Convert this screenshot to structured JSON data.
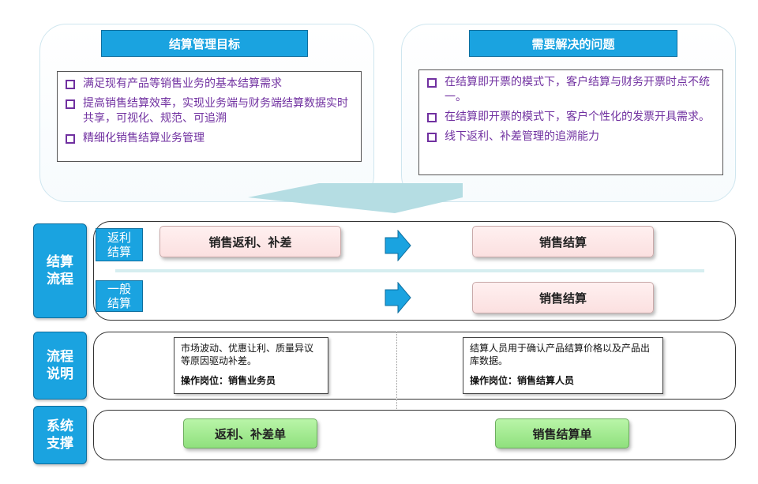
{
  "goals": {
    "title": "结算管理目标",
    "items": [
      "满足现有产品等销售业务的基本结算需求",
      "提高销售结算效率，实现业务端与财务端结算数据实时共享，可视化、规范、可追溯",
      "精细化销售结算业务管理"
    ]
  },
  "problems": {
    "title": "需要解决的问题",
    "items": [
      "在结算即开票的模式下，客户结算与财务开票时点不统一。",
      "在结算即开票的模式下，客户个性化的发票开具需求。",
      "线下返利、补差管理的追溯能力"
    ]
  },
  "process": {
    "label": "结算\n流程",
    "rebate_tag": "返利\n结算",
    "general_tag": "一般\n结算",
    "rebate_step": "销售返利、补差",
    "settle_step": "销售结算",
    "general_step": "销售结算"
  },
  "explain": {
    "label": "流程\n说明",
    "left_text": "市场波动、优惠让利、质量异议等原因驱动补差。",
    "left_role": "操作岗位：销售业务员",
    "right_text": "结算人员用于确认产品结算价格以及产品出库数据。",
    "right_role": "操作岗位：销售结算人员"
  },
  "system": {
    "label": "系统\n支撑",
    "left_doc": "返利、补差单",
    "right_doc": "销售结算单"
  },
  "colors": {
    "header_blue": "#1aa3e0",
    "bullet_purple": "#7030a0",
    "arrow": "#1aa3e0",
    "pink_box": "#fbe0e0",
    "green_box": "#8fe07d"
  }
}
